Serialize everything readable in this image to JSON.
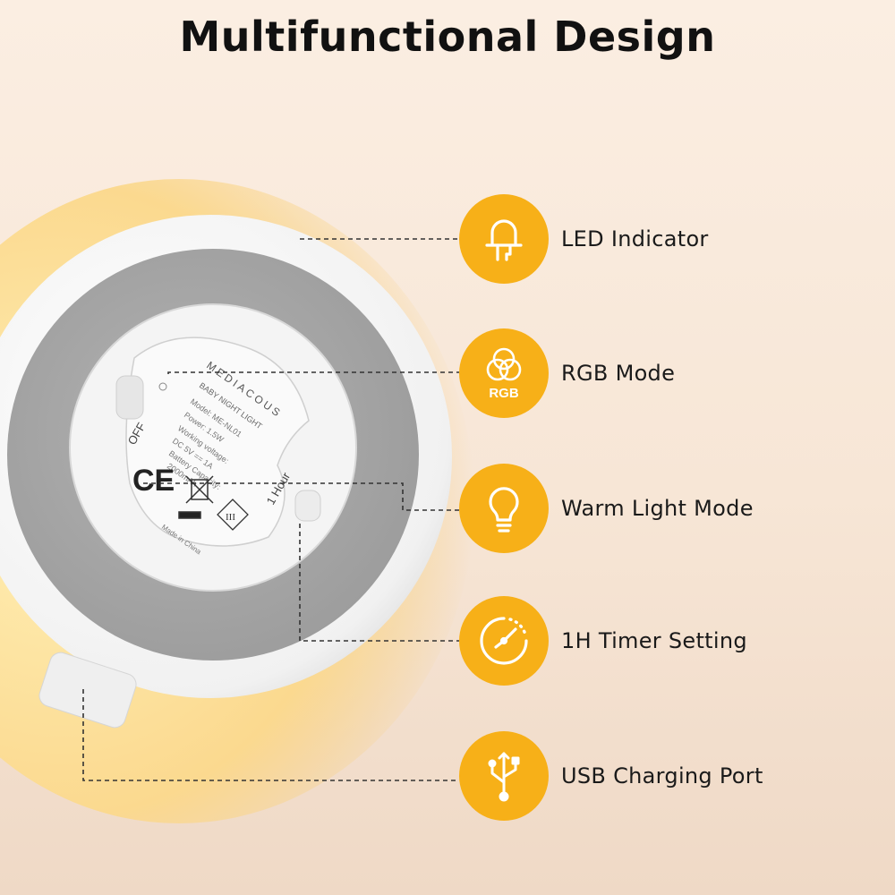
{
  "title": "Multifunctional Design",
  "device": {
    "brand": "MEDIACOUS",
    "product_name": "BABY NIGHT LIGHT",
    "model": "Model: ME-NL01",
    "power": "Power: 1.5W",
    "voltage_label": "Working voltage:",
    "voltage_value": "DC 5V == 1A",
    "battery_label": "Battery Capacity:",
    "battery_value": "2000mAh",
    "off_label": "OFF",
    "timer_label": "1 Hour",
    "ce_mark": "CE",
    "class_mark": "III",
    "origin": "Made in China"
  },
  "features": [
    {
      "label": "LED Indicator",
      "icon": "led-icon"
    },
    {
      "label": "RGB Mode",
      "icon": "rgb-icon",
      "icon_text": "RGB"
    },
    {
      "label": "Warm Light Mode",
      "icon": "bulb-icon"
    },
    {
      "label": "1H Timer Setting",
      "icon": "timer-icon"
    },
    {
      "label": "USB Charging Port",
      "icon": "usb-icon"
    }
  ],
  "colors": {
    "badge": "#f7b018",
    "background": "#fbeee2",
    "ring": "#a7a7a7"
  }
}
